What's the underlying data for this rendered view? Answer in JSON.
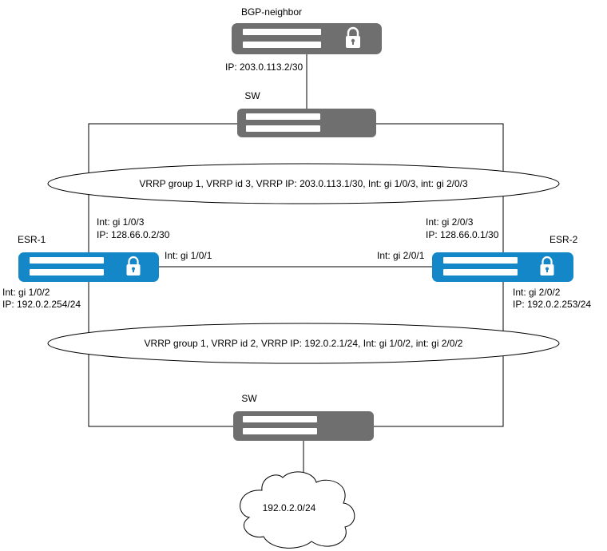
{
  "colors": {
    "gray_device": "#6f6f6f",
    "blue_device": "#1487c9",
    "line": "#000000",
    "slot": "#ffffff"
  },
  "icons": {
    "lock": "lock-icon",
    "cloud": "cloud-icon"
  },
  "bgp_neighbor": {
    "title": "BGP-neighbor",
    "ip": "IP: 203.0.113.2/30"
  },
  "sw_top": {
    "title": "SW"
  },
  "sw_bottom": {
    "title": "SW"
  },
  "vrrp_top": {
    "label": "VRRP group 1, VRRP id 3, VRRP IP: 203.0.113.1/30, Int: gi 1/0/3, int: gi 2/0/3"
  },
  "vrrp_bottom": {
    "label": "VRRP group 1, VRRP id 2, VRRP IP: 192.0.2.1/24, Int: gi 1/0/2, int: gi 2/0/2"
  },
  "esr1": {
    "title": "ESR-1",
    "up_int": "Int: gi 1/0/3",
    "up_ip": "IP: 128.66.0.2/30",
    "link_int": "Int: gi 1/0/1",
    "down_int": "Int: gi 1/0/2",
    "down_ip": "IP: 192.0.2.254/24"
  },
  "esr2": {
    "title": "ESR-2",
    "up_int": "Int: gi 2/0/3",
    "up_ip": "IP: 128.66.0.1/30",
    "link_int": "Int: gi 2/0/1",
    "down_int": "Int: gi 2/0/2",
    "down_ip": "IP: 192.0.2.253/24"
  },
  "cloud": {
    "label": "192.0.2.0/24"
  }
}
